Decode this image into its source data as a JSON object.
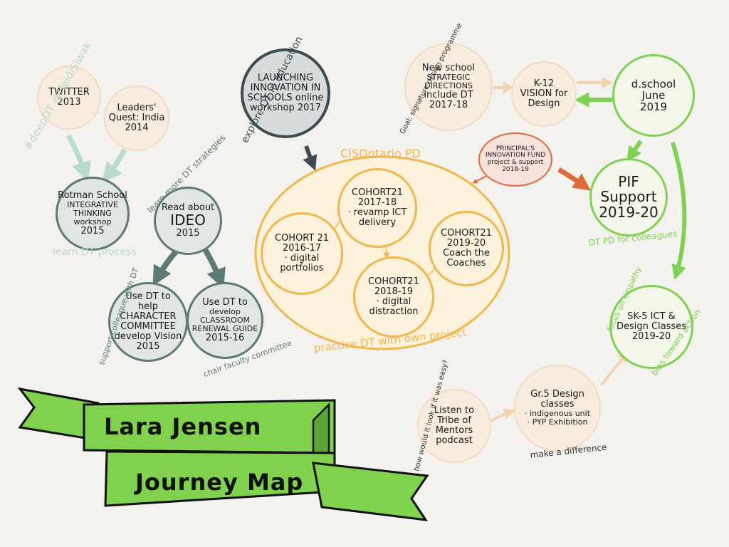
{
  "title": {
    "line1": "Lara Jensen",
    "line2": "Journey Map"
  },
  "colors": {
    "background": "#f4f2ee",
    "green": "#7ed151",
    "yellow": "#f2b64c",
    "sage": "#5e7a76",
    "orange": "#de6a3e",
    "peach": "#f3dcc4"
  },
  "nodes": {
    "twitter": [
      "TWITTER",
      "2013"
    ],
    "leaders": [
      "Leaders'",
      "Quest: India",
      "2014"
    ],
    "rotman": [
      "Rotman School",
      "INTEGRATIVE",
      "THINKING workshop",
      "2015"
    ],
    "ideo": [
      "Read about",
      "IDEO",
      "2015"
    ],
    "character": [
      "Use DT to",
      "help CHARACTER",
      "COMMITTEE",
      "develop Vision",
      "2015"
    ],
    "classroom": [
      "Use DT to",
      "develop CLASSROOM",
      "RENEWAL GUIDE",
      "2015-16"
    ],
    "launching": [
      "LAUNCHING",
      "INNOVATION IN",
      "SCHOOLS online",
      "workshop 2017"
    ],
    "cohort1617": [
      "COHORT 21",
      "2016-17",
      "· digital",
      "portfolios"
    ],
    "cohort1718": [
      "COHORT21",
      "2017-18",
      "· revamp ICT",
      "delivery"
    ],
    "cohort1819": [
      "COHORT21",
      "2018-19",
      "· digital",
      "distraction"
    ],
    "cohort1920": [
      "COHORT21",
      "2019-20",
      "Coach the",
      "Coaches"
    ],
    "newschool": [
      "New school",
      "STRATEGIC",
      "DIRECTIONS",
      "include DT",
      "2017-18"
    ],
    "k12": [
      "K-12",
      "VISION for",
      "Design"
    ],
    "dschool": [
      "d.school",
      "June",
      "2019"
    ],
    "pif_fund": [
      "PRINCIPAL'S",
      "INNOVATION FUND",
      "project & support",
      "2018-19"
    ],
    "pif_support": [
      "PIF Support",
      "2019-20"
    ],
    "sk5": [
      "SK-5 ICT &",
      "Design Classes",
      "2019-20"
    ],
    "gr5": [
      "Gr.5 Design",
      "classes",
      "· indigenous unit",
      "· PYP Exhibition"
    ],
    "listen": [
      "Listen to",
      "Tribe of Mentors",
      "podcast"
    ]
  },
  "labels": {
    "heidi": "#deepDT @HeidiSiwak",
    "learn_process": "learn DT process",
    "learn_more": "learn more DT strategies",
    "support_colleague": "support colleague with DT",
    "chair": "chair faculty committee",
    "explore": "explore DT in education",
    "cisontario": "CISOntario PD",
    "practice": "practice DT with own project",
    "goal": "Goal: signature design programme",
    "dt_pd": "DT PD for colleagues",
    "empathy": "focus on empathy",
    "bias": "bias toward action",
    "how": "how would it look if it was easy?",
    "difference": "make a difference"
  }
}
